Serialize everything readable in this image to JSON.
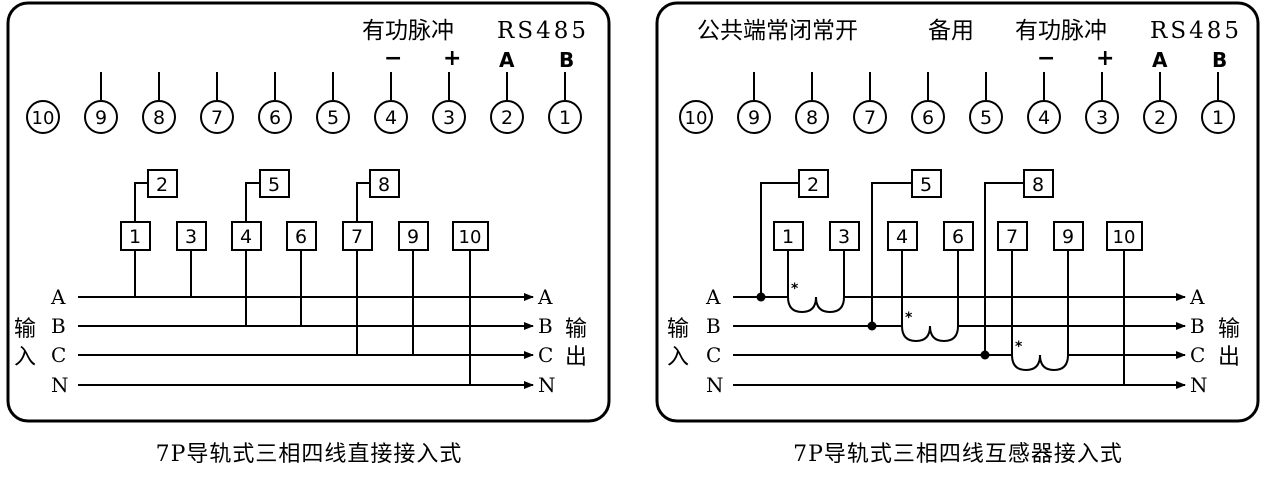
{
  "left_panel": {
    "header_pulse": "有功脉冲",
    "header_rs485": "RS485",
    "sign_minus": "−",
    "sign_plus": "+",
    "label_a": "A",
    "label_b": "B",
    "terminals": [
      "10",
      "9",
      "8",
      "7",
      "6",
      "5",
      "4",
      "3",
      "2",
      "1"
    ],
    "boxes": [
      "2",
      "5",
      "8",
      "1",
      "3",
      "4",
      "6",
      "7",
      "9",
      "10"
    ],
    "lines_in": [
      "A",
      "B",
      "C",
      "N"
    ],
    "lines_out": [
      "A",
      "B",
      "C",
      "N"
    ],
    "input_label": [
      "输",
      "入"
    ],
    "output_label": [
      "输",
      "出"
    ],
    "caption": "7P导轨式三相四线直接接入式"
  },
  "right_panel": {
    "header_left": "公共端常闭常开",
    "header_spare": "备用",
    "header_pulse": "有功脉冲",
    "header_rs485": "RS485",
    "sign_minus": "−",
    "sign_plus": "+",
    "label_a": "A",
    "label_b": "B",
    "terminals": [
      "10",
      "9",
      "8",
      "7",
      "6",
      "5",
      "4",
      "3",
      "2",
      "1"
    ],
    "boxes": [
      "2",
      "5",
      "8",
      "1",
      "3",
      "4",
      "6",
      "7",
      "9",
      "10"
    ],
    "lines_in": [
      "A",
      "B",
      "C",
      "N"
    ],
    "lines_out": [
      "A",
      "B",
      "C",
      "N"
    ],
    "input_label": [
      "输",
      "入"
    ],
    "output_label": [
      "输",
      "出"
    ],
    "star": "*",
    "caption": "7P导轨式三相四线互感器接入式"
  }
}
